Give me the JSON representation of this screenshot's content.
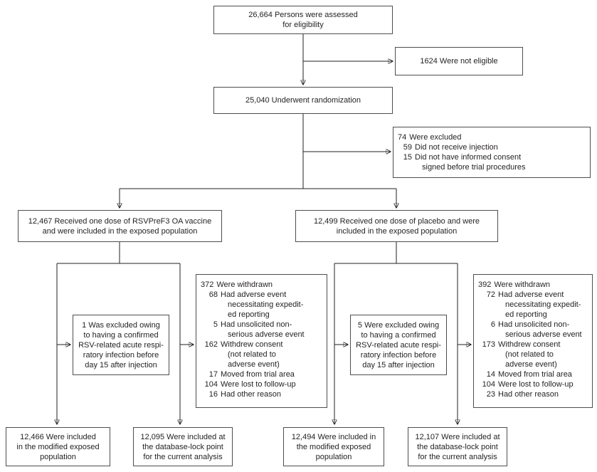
{
  "colors": {
    "ink": "#231f20",
    "box_border": "#4d4e52",
    "background": "#ffffff"
  },
  "boxes": {
    "assessed": {
      "text": "26,664 Persons were assessed\nfor eligibility"
    },
    "not_eligible": {
      "text": "1624 Were not eligible"
    },
    "randomized": {
      "text": "25,040 Underwent randomization"
    },
    "excluded_pre": {
      "num": "74",
      "label": "Were excluded",
      "items": [
        {
          "num": "59",
          "lines": [
            "Did not receive injection"
          ]
        },
        {
          "num": "15",
          "lines": [
            "Did not have informed consent",
            "signed before trial procedures"
          ]
        }
      ]
    },
    "arm_vaccine": {
      "text": "12,467 Received one dose of RSVPreF3 OA vaccine\nand were included in the exposed population"
    },
    "arm_placebo": {
      "text": "12,499 Received one dose of placebo and were\nincluded in the exposed population"
    },
    "excluded_vaccine": {
      "text": "1 Was excluded owing\nto having a confirmed\nRSV-related acute respi-\nratory infection before\nday 15 after injection"
    },
    "withdrawn_vaccine": {
      "num": "372",
      "label": "Were withdrawn",
      "items": [
        {
          "num": "68",
          "lines": [
            "Had adverse event",
            "necessitating expedit-",
            "ed reporting"
          ]
        },
        {
          "num": "5",
          "lines": [
            "Had unsolicited non-",
            "serious adverse event"
          ]
        },
        {
          "num": "162",
          "lines": [
            "Withdrew consent",
            "(not related to",
            "adverse event)"
          ]
        },
        {
          "num": "17",
          "lines": [
            "Moved from trial area"
          ]
        },
        {
          "num": "104",
          "lines": [
            "Were lost to follow-up"
          ]
        },
        {
          "num": "16",
          "lines": [
            "Had other reason"
          ]
        }
      ]
    },
    "excluded_placebo": {
      "text": "5 Were excluded owing\nto having a confirmed\nRSV-related acute respi-\nratory infection before\nday 15 after injection"
    },
    "withdrawn_placebo": {
      "num": "392",
      "label": "Were withdrawn",
      "items": [
        {
          "num": "72",
          "lines": [
            "Had adverse event",
            "necessitating expedit-",
            "ed reporting"
          ]
        },
        {
          "num": "6",
          "lines": [
            "Had unsolicited non-",
            "serious adverse event"
          ]
        },
        {
          "num": "173",
          "lines": [
            "Withdrew consent",
            "(not related to",
            "adverse event)"
          ]
        },
        {
          "num": "14",
          "lines": [
            "Moved from trial area"
          ]
        },
        {
          "num": "104",
          "lines": [
            "Were lost to follow-up"
          ]
        },
        {
          "num": "23",
          "lines": [
            "Had other reason"
          ]
        }
      ]
    },
    "modified_vaccine": {
      "text": "12,466 Were included\nin the modified exposed\npopulation"
    },
    "dblock_vaccine": {
      "text": "12,095 Were included at\nthe database-lock point\nfor the current analysis"
    },
    "modified_placebo": {
      "text": "12,494 Were included in\nthe modified exposed\npopulation"
    },
    "dblock_placebo": {
      "text": "12,107 Were included at\nthe database-lock point\nfor the current analysis"
    }
  }
}
